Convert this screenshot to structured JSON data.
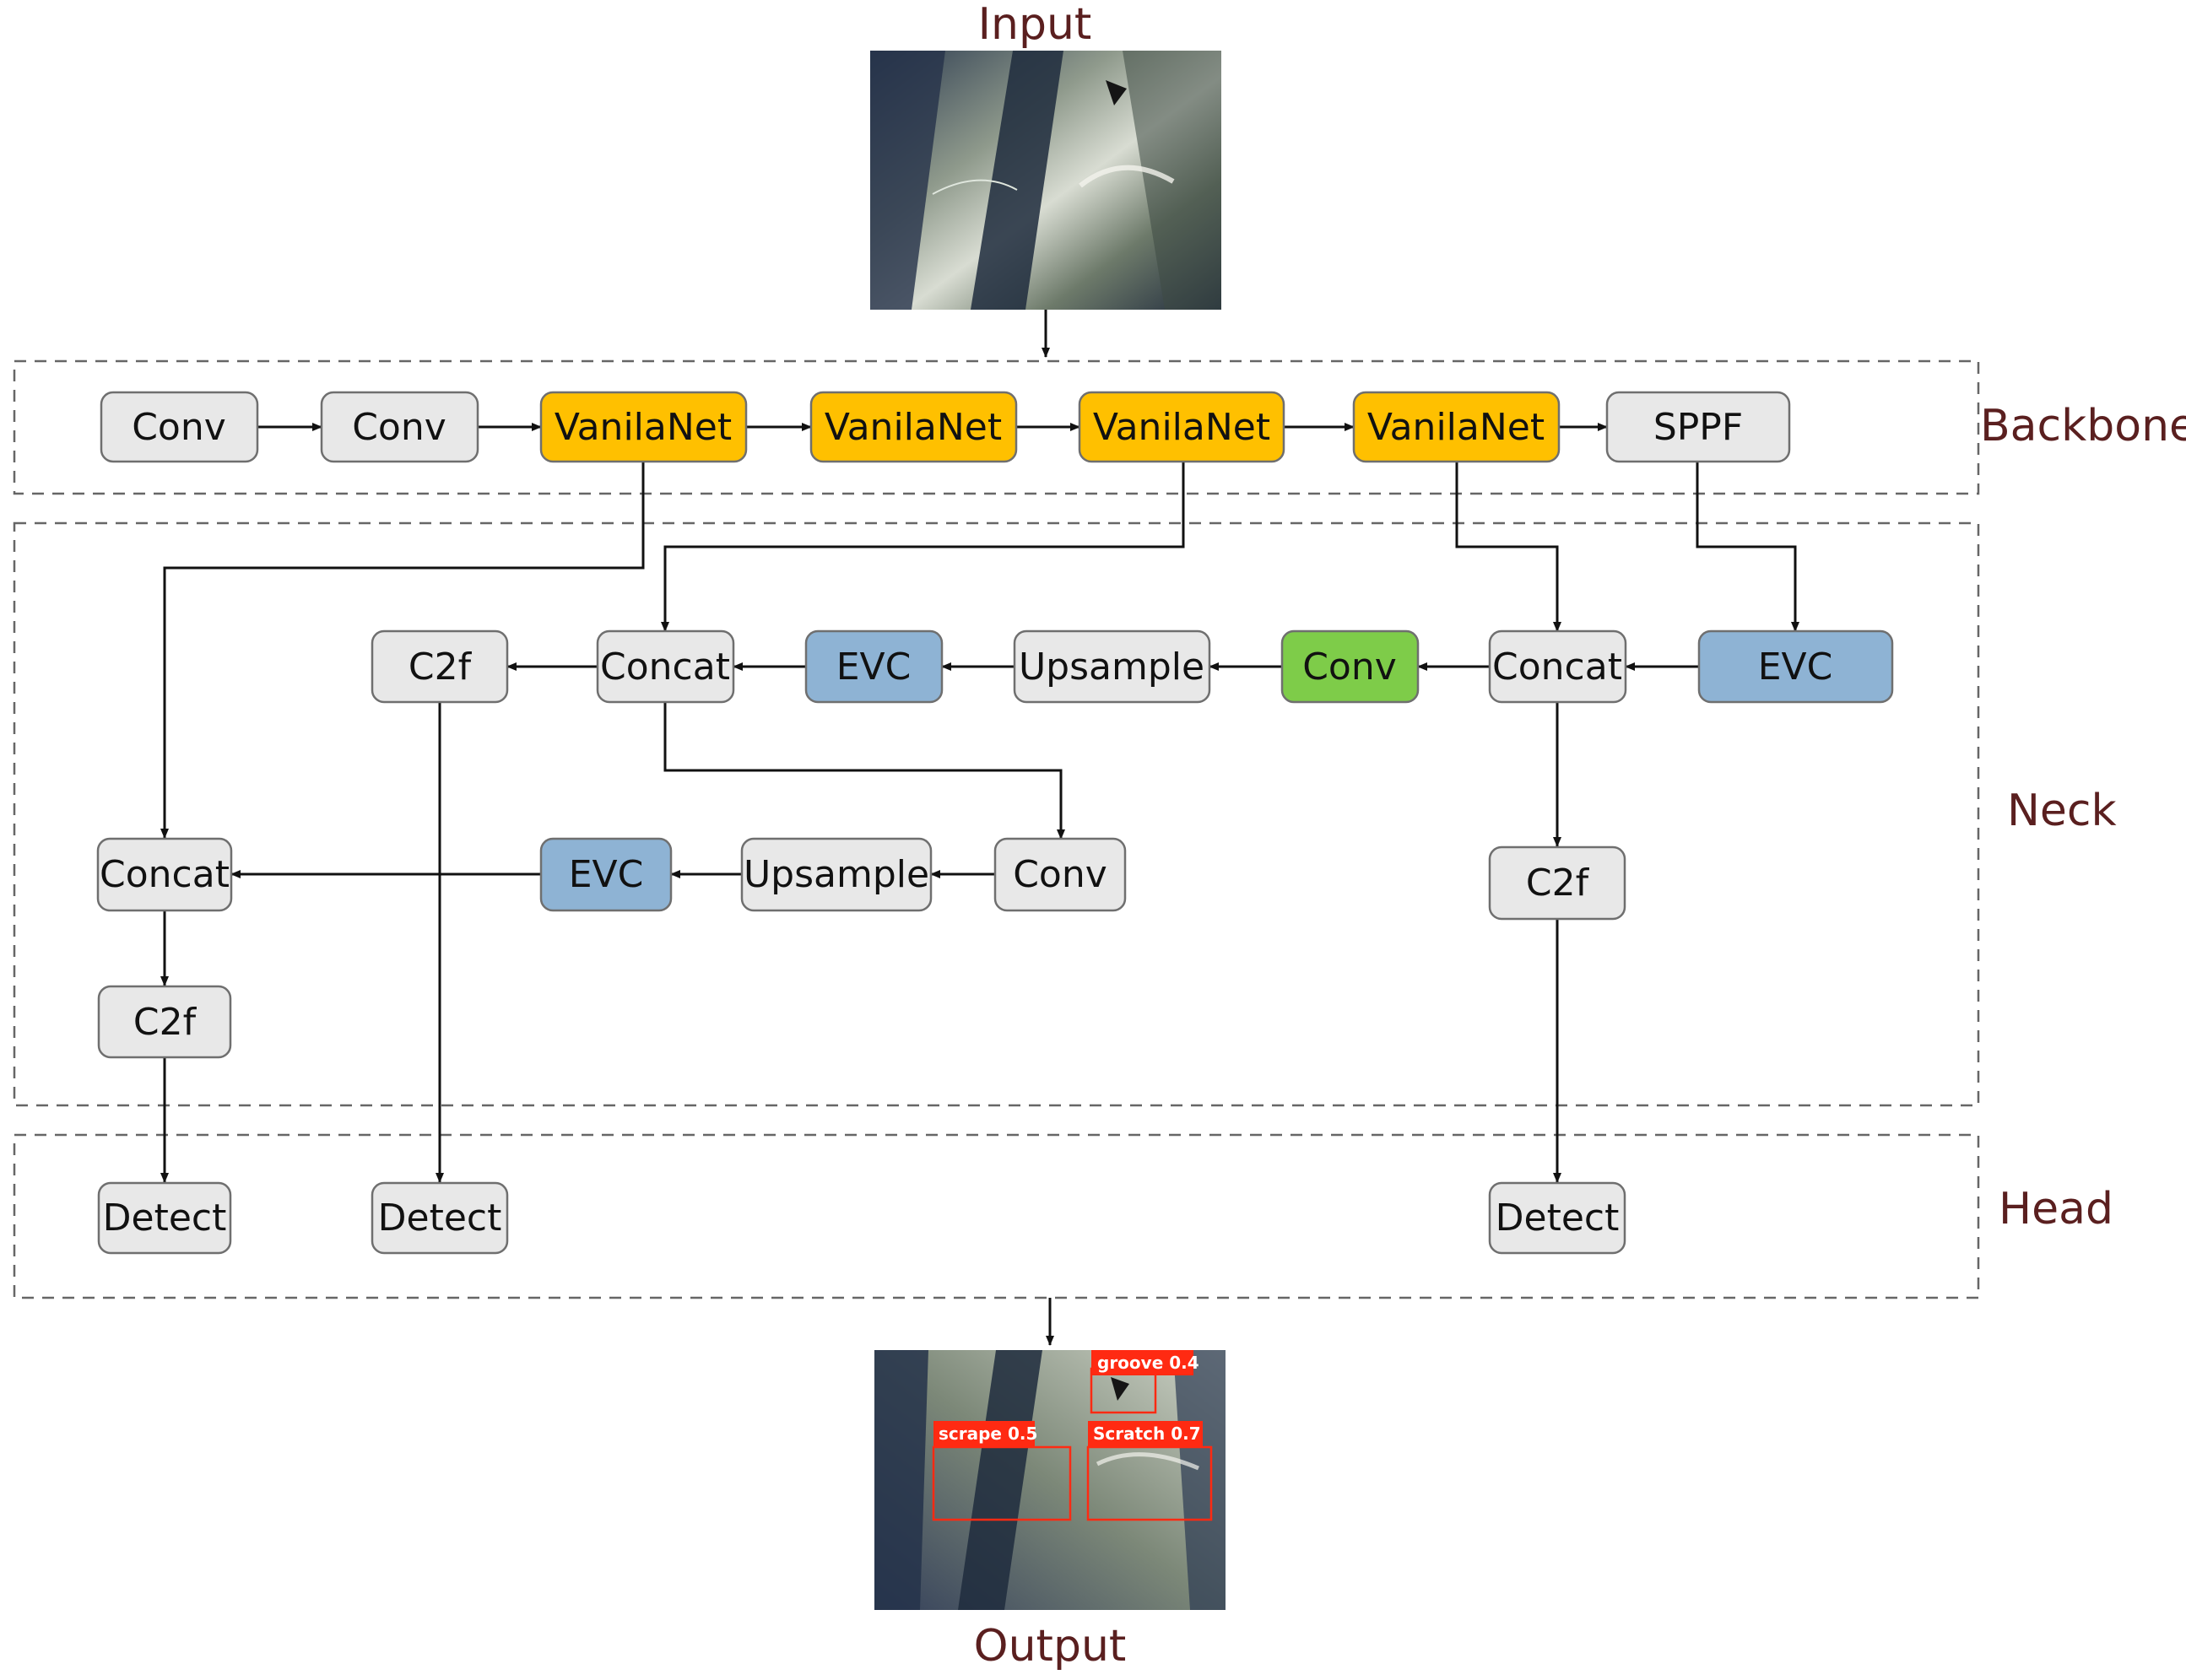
{
  "io": {
    "input_label": "Input",
    "output_label": "Output"
  },
  "sections": {
    "backbone": "Backbone",
    "neck": "Neck",
    "head": "Head"
  },
  "colors": {
    "gray": "#e8e8e8",
    "orange": "#ffc000",
    "blue": "#8eb3d4",
    "green": "#7ecc49",
    "border": "#6f6f6f",
    "box_red": "#ff2a12",
    "section_text": "#5a1f1f"
  },
  "nodes": {
    "b_conv1": {
      "label": "Conv",
      "color": "gray"
    },
    "b_conv2": {
      "label": "Conv",
      "color": "gray"
    },
    "vn1": {
      "label": "VanilaNet",
      "color": "orange"
    },
    "vn2": {
      "label": "VanilaNet",
      "color": "orange"
    },
    "vn3": {
      "label": "VanilaNet",
      "color": "orange"
    },
    "vn4": {
      "label": "VanilaNet",
      "color": "orange"
    },
    "sppf": {
      "label": "SPPF",
      "color": "gray"
    },
    "n_c2f_a": {
      "label": "C2f",
      "color": "gray"
    },
    "n_concat_a": {
      "label": "Concat",
      "color": "gray"
    },
    "n_evc_a": {
      "label": "EVC",
      "color": "blue"
    },
    "n_up_a": {
      "label": "Upsample",
      "color": "gray"
    },
    "n_conv_green": {
      "label": "Conv",
      "color": "green"
    },
    "n_concat_b": {
      "label": "Concat",
      "color": "gray"
    },
    "n_evc_b": {
      "label": "EVC",
      "color": "blue"
    },
    "n_concat_c": {
      "label": "Concat",
      "color": "gray"
    },
    "n_evc_c": {
      "label": "EVC",
      "color": "blue"
    },
    "n_up_b": {
      "label": "Upsample",
      "color": "gray"
    },
    "n_conv_b": {
      "label": "Conv",
      "color": "gray"
    },
    "n_c2f_b": {
      "label": "C2f",
      "color": "gray"
    },
    "n_c2f_c": {
      "label": "C2f",
      "color": "gray"
    },
    "det1": {
      "label": "Detect",
      "color": "gray"
    },
    "det2": {
      "label": "Detect",
      "color": "gray"
    },
    "det3": {
      "label": "Detect",
      "color": "gray"
    }
  },
  "detections": [
    {
      "label": "groove 0.4"
    },
    {
      "label": "scrape  0.5"
    },
    {
      "label": "Scratch  0.7"
    }
  ]
}
